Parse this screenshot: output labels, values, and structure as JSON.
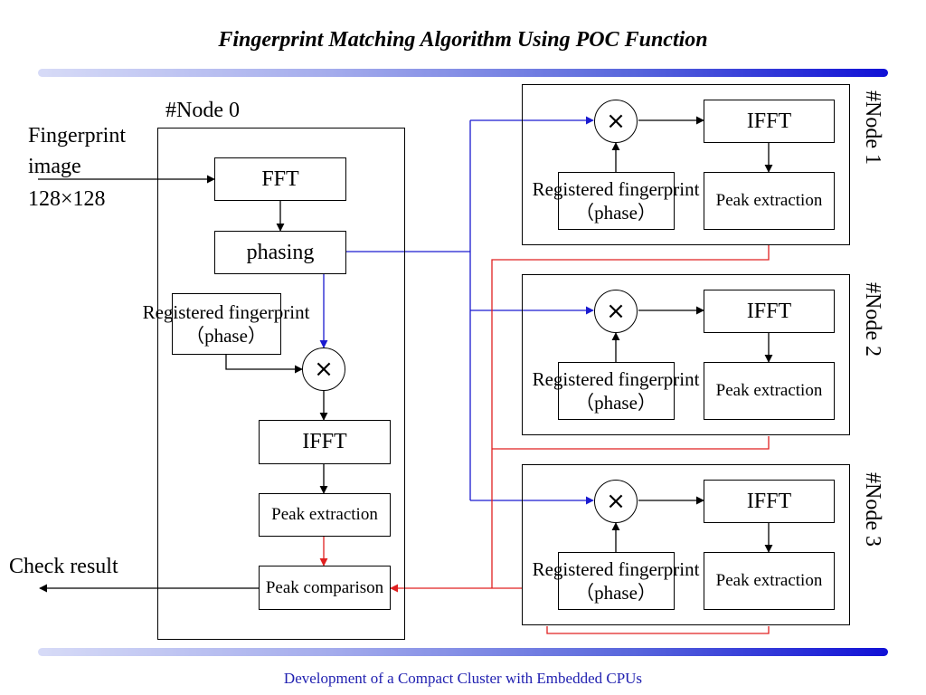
{
  "title": "Fingerprint Matching Algorithm Using POC Function",
  "footer": "Development of a Compact Cluster with Embedded CPUs",
  "colors": {
    "bar_start": "#d7dbf7",
    "bar_end": "#1111d6",
    "blue_line": "#1a1ad0",
    "red_line": "#e02020",
    "footer_text": "#1f1fb0"
  },
  "input": {
    "line1": "Fingerprint",
    "line2": "image",
    "line3": "128×128"
  },
  "output": {
    "label": "Check result"
  },
  "node0": {
    "label": "#Node 0",
    "fft": "FFT",
    "phasing": "phasing",
    "registered_line1": "Registered fingerprint",
    "registered_line2": "（phase）",
    "multiply": "×",
    "ifft": "IFFT",
    "peak_extraction": "Peak extraction",
    "peak_comparison": "Peak comparison"
  },
  "nodes": [
    {
      "label": "#Node 1",
      "multiply": "×",
      "ifft": "IFFT",
      "registered_line1": "Registered fingerprint",
      "registered_line2": "（phase）",
      "peak_extraction": "Peak extraction"
    },
    {
      "label": "#Node 2",
      "multiply": "×",
      "ifft": "IFFT",
      "registered_line1": "Registered fingerprint",
      "registered_line2": "（phase）",
      "peak_extraction": "Peak extraction"
    },
    {
      "label": "#Node 3",
      "multiply": "×",
      "ifft": "IFFT",
      "registered_line1": "Registered fingerprint",
      "registered_line2": "（phase）",
      "peak_extraction": "Peak extraction"
    }
  ]
}
